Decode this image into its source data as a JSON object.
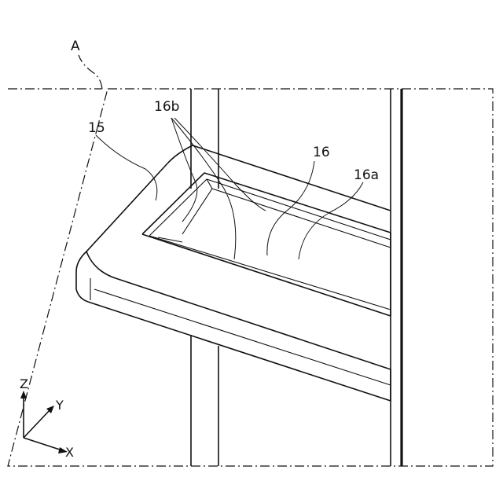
{
  "figure": {
    "detail_label": "A",
    "labels": {
      "part_15": "15",
      "part_16": "16",
      "part_16a": "16a",
      "part_16b": "16b"
    },
    "axes": {
      "z": "Z",
      "y": "Y",
      "x": "X"
    }
  }
}
